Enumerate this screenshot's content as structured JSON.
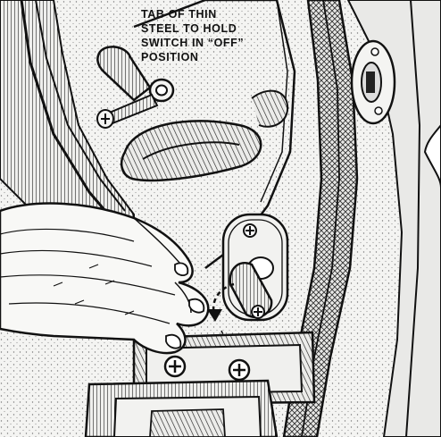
{
  "caption": {
    "lines": [
      "TAB OF THIN",
      "STEEL TO HOLD",
      "SWITCH IN “OFF”",
      "POSITION"
    ]
  },
  "colors": {
    "ink": "#111111",
    "paper": "#f4f4f2",
    "stipple": "#8a8a8a"
  },
  "icons": [
    "screw-icon",
    "toggle-switch-icon",
    "curved-arrow-icon",
    "hand-illustration"
  ]
}
